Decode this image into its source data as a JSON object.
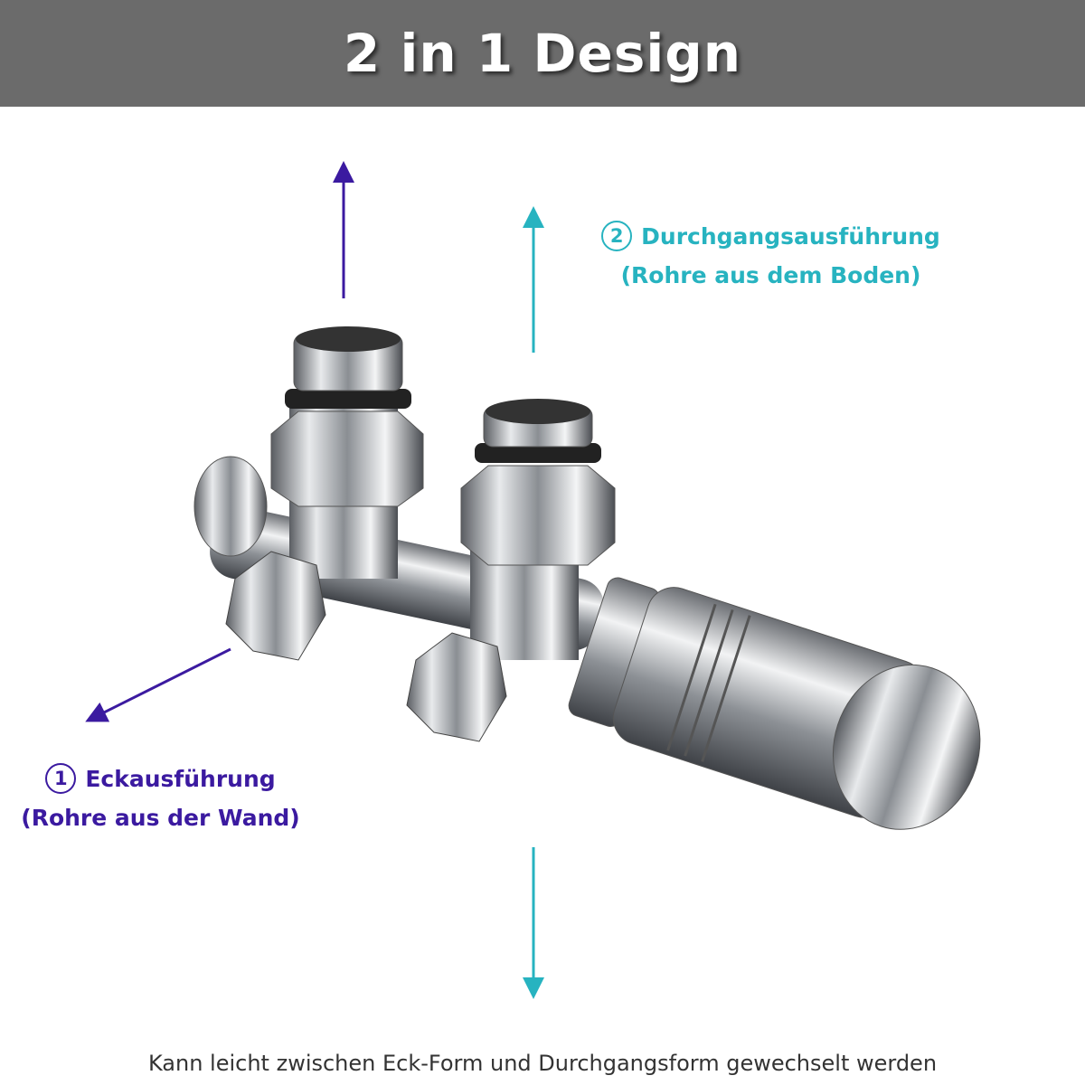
{
  "header": {
    "title": "2 in 1 Design"
  },
  "option_straight": {
    "number": "2",
    "title": "Durchgangsausführung",
    "subtitle": "(Rohre aus dem Boden)"
  },
  "option_angle": {
    "number": "1",
    "title": "Eckausführung",
    "subtitle": "(Rohre aus der Wand)"
  },
  "footer": {
    "text": "Kann leicht zwischen Eck-Form und Durchgangsform gewechselt werden"
  },
  "colors": {
    "header": "#6b6b6b",
    "teal": "#27b3c0",
    "purple": "#3b1aa0"
  }
}
